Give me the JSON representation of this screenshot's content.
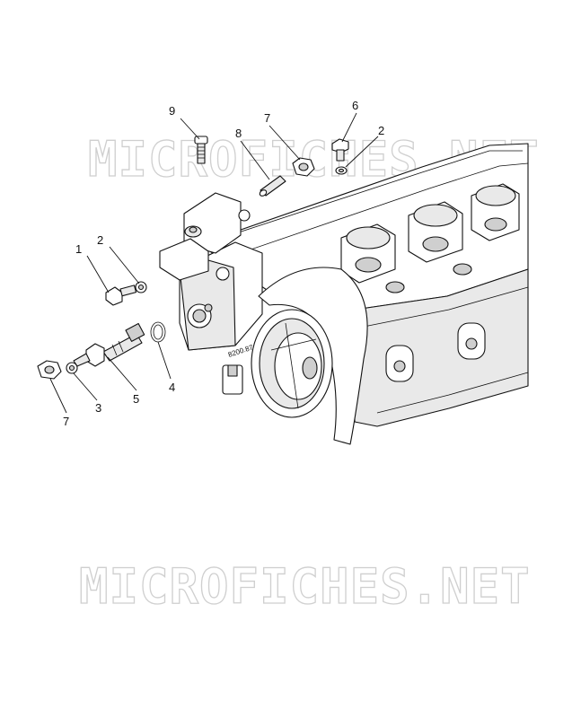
{
  "watermark": {
    "text": "MICROFICHES.NET"
  },
  "callouts": [
    {
      "id": "c9",
      "label": "9"
    },
    {
      "id": "c8",
      "label": "8"
    },
    {
      "id": "c7a",
      "label": "7"
    },
    {
      "id": "c6",
      "label": "6"
    },
    {
      "id": "c2a",
      "label": "2"
    },
    {
      "id": "c1",
      "label": "1"
    },
    {
      "id": "c2b",
      "label": "2"
    },
    {
      "id": "c4",
      "label": "4"
    },
    {
      "id": "c5",
      "label": "5"
    },
    {
      "id": "c3",
      "label": "3"
    },
    {
      "id": "c7b",
      "label": "7"
    }
  ],
  "casting_mark": "8200.87"
}
